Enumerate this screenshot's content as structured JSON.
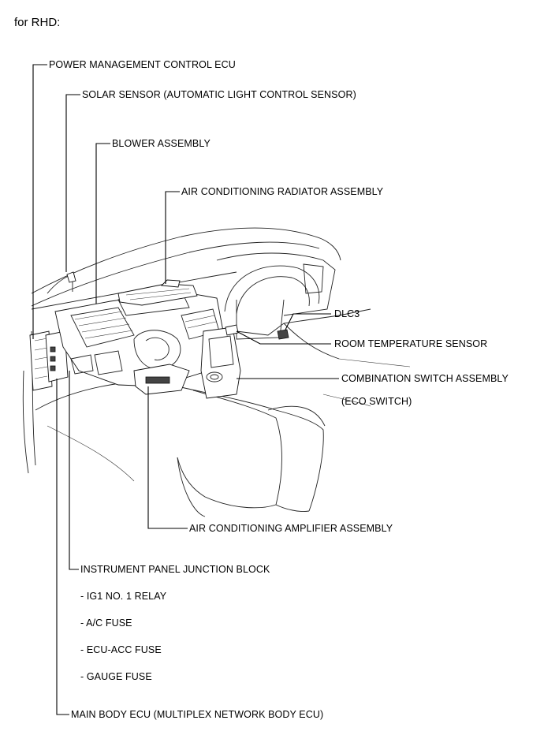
{
  "heading": "for RHD:",
  "labels": {
    "power_mgmt": "POWER MANAGEMENT CONTROL ECU",
    "solar_sensor": "SOLAR SENSOR (AUTOMATIC LIGHT CONTROL SENSOR)",
    "blower": "BLOWER ASSEMBLY",
    "radiator": "AIR CONDITIONING RADIATOR ASSEMBLY",
    "dlc3": "DLC3",
    "room_temp": "ROOM TEMPERATURE SENSOR",
    "combination_switch": "COMBINATION SWITCH ASSEMBLY",
    "eco_switch": "(ECO SWITCH)",
    "amplifier": "AIR CONDITIONING AMPLIFIER ASSEMBLY",
    "junction_block": "INSTRUMENT PANEL JUNCTION BLOCK",
    "ig1_relay": "- IG1 NO. 1 RELAY",
    "ac_fuse": "- A/C FUSE",
    "ecu_acc_fuse": "- ECU-ACC FUSE",
    "gauge_fuse": "- GAUGE FUSE",
    "main_body_ecu": "MAIN BODY ECU (MULTIPLEX NETWORK BODY ECU)"
  }
}
